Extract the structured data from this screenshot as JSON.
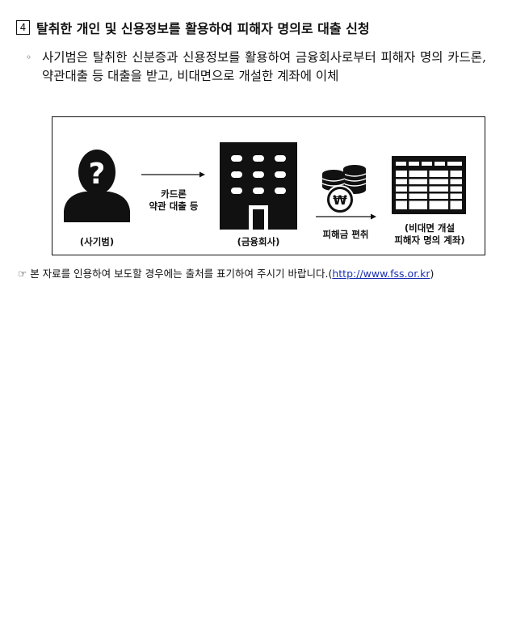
{
  "heading": {
    "number": "4",
    "title": "탈취한 개인 및 신용정보를 활용하여 피해자 명의로 대출 신청"
  },
  "bullet": {
    "mark": "◦",
    "text": "사기범은 탈취한 신분증과 신용정보를 활용하여 금융회사로부터 피해자 명의 카드론, 약관대출 등 대출을 받고, 비대면으로 개설한 계좌에 이체"
  },
  "figure": {
    "arrow1_label": [
      "카드론",
      "약관 대출 등"
    ],
    "scammer_label": "(사기범)",
    "bank_label": "(금융회사)",
    "arrow2_label": "피해금 편취",
    "account_label": [
      "(비대면 개설",
      "피해자 명의 계좌)"
    ],
    "coin_symbol": "₩"
  },
  "footnote": {
    "symbol": "☞",
    "text": "본 자료를 인용하여 보도할 경우에는 출처를 표기하여 주시기 바랍니다.",
    "link_prefix": "(",
    "link": "http://www.fss.or.kr",
    "link_suffix": ")"
  }
}
